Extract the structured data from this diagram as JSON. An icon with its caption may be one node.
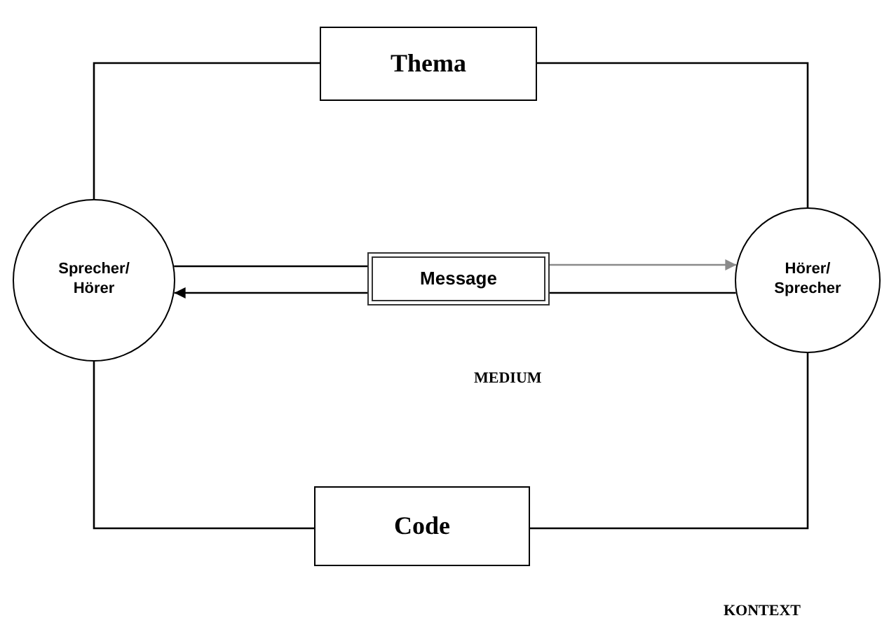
{
  "diagram": {
    "nodes": [
      {
        "text": [
          "Thema"
        ]
      },
      {
        "text": [
          "Sprecher/ Hörer"
        ]
      },
      {
        "text": [
          "Message"
        ]
      },
      {
        "text": [
          "Hörer/ Sprecher"
        ]
      },
      {
        "text": [
          "Code"
        ]
      }
    ],
    "edges": [
      {
        "from": 1,
        "to": 2,
        "arrow": "none"
      },
      {
        "from": 2,
        "to": 3,
        "arrow": "to",
        "color": "#8a8a8a"
      },
      {
        "from": 3,
        "to": 2,
        "arrow": "none"
      },
      {
        "from": 2,
        "to": 1,
        "arrow": "to"
      },
      {
        "from": 0,
        "to": 1,
        "arrow": "none"
      },
      {
        "from": 0,
        "to": 3,
        "arrow": "none"
      },
      {
        "from": 1,
        "to": 4,
        "arrow": "none"
      },
      {
        "from": 3,
        "to": 4,
        "arrow": "none"
      }
    ],
    "labels": [
      "MEDIUM",
      "KONTEXT"
    ]
  }
}
